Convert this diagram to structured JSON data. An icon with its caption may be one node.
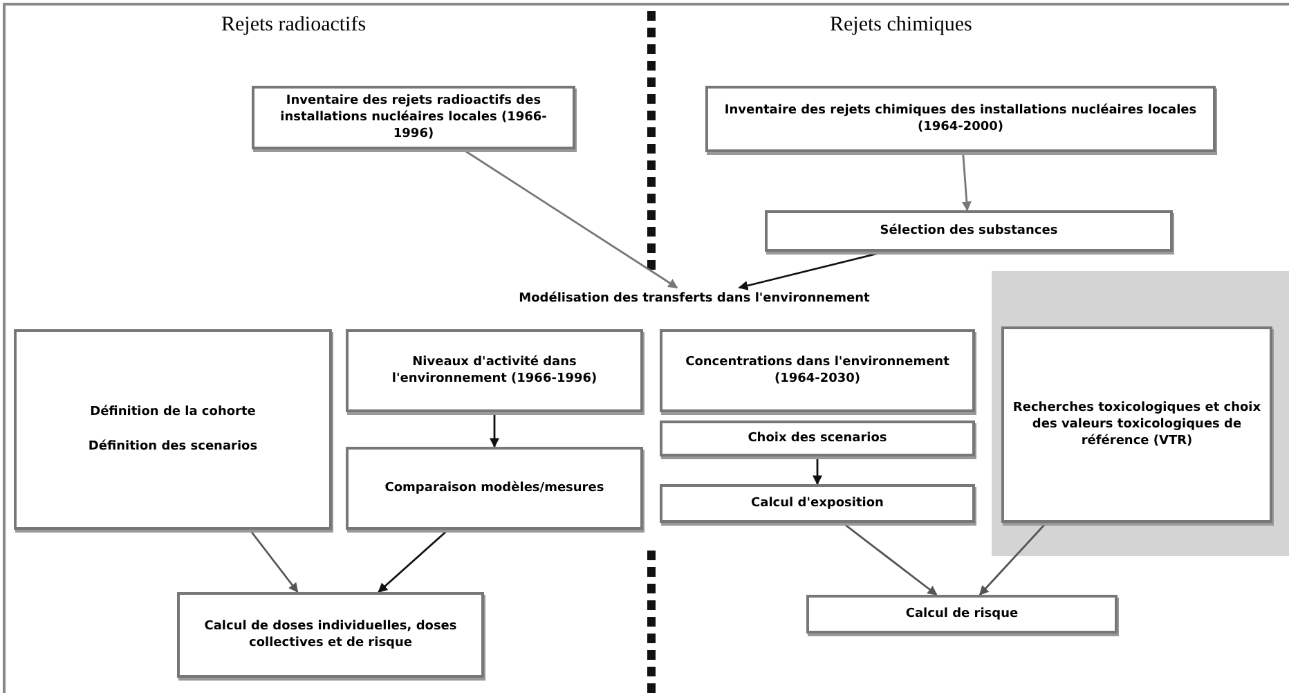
{
  "diagram": {
    "nodes": [
      {
        "text": [
          "Inventaire des rejets radioactifs des installations nucléaires locales (1966-1996)"
        ]
      },
      {
        "text": [
          "Inventaire des rejets chimiques des installations nucléaires locales (1964-2000)"
        ]
      },
      {
        "text": [
          "Sélection des substances"
        ]
      },
      {
        "text": [
          "Modélisation des transferts dans l'environnement"
        ]
      },
      {
        "text": [
          "Définition de la cohorte",
          "Définition des scenarios"
        ]
      },
      {
        "text": [
          "Niveaux d'activité dans l'environnement (1966-1996)"
        ]
      },
      {
        "text": [
          "Comparaison modèles/mesures"
        ]
      },
      {
        "text": [
          "Concentrations dans l'environnement (1964-2030)"
        ]
      },
      {
        "text": [
          "Choix des scenarios"
        ]
      },
      {
        "text": [
          "Calcul d'exposition"
        ]
      },
      {
        "text": [
          "Recherches toxicologiques et choix des valeurs toxicologiques de référence (VTR)"
        ]
      },
      {
        "text": [
          "Calcul de doses individuelles, doses collectives et de risque"
        ]
      },
      {
        "text": [
          "Calcul de risque"
        ]
      }
    ],
    "edges": [
      {
        "from": 0,
        "to": 3,
        "arrow": "to",
        "color": "#777777"
      },
      {
        "from": 1,
        "to": 2,
        "arrow": "to",
        "color": "#777777"
      },
      {
        "from": 2,
        "to": 3,
        "arrow": "to"
      },
      {
        "from": 5,
        "to": 6,
        "arrow": "to"
      },
      {
        "from": 8,
        "to": 9,
        "arrow": "to"
      },
      {
        "from": 4,
        "to": 11,
        "arrow": "to",
        "color": "#555555"
      },
      {
        "from": 6,
        "to": 11,
        "arrow": "to"
      },
      {
        "from": 9,
        "to": 12,
        "arrow": "to",
        "color": "#555555"
      },
      {
        "from": 10,
        "to": 12,
        "arrow": "to",
        "color": "#555555"
      }
    ],
    "labels": [
      "Rejets radioactifs",
      "Rejets chimiques"
    ]
  }
}
